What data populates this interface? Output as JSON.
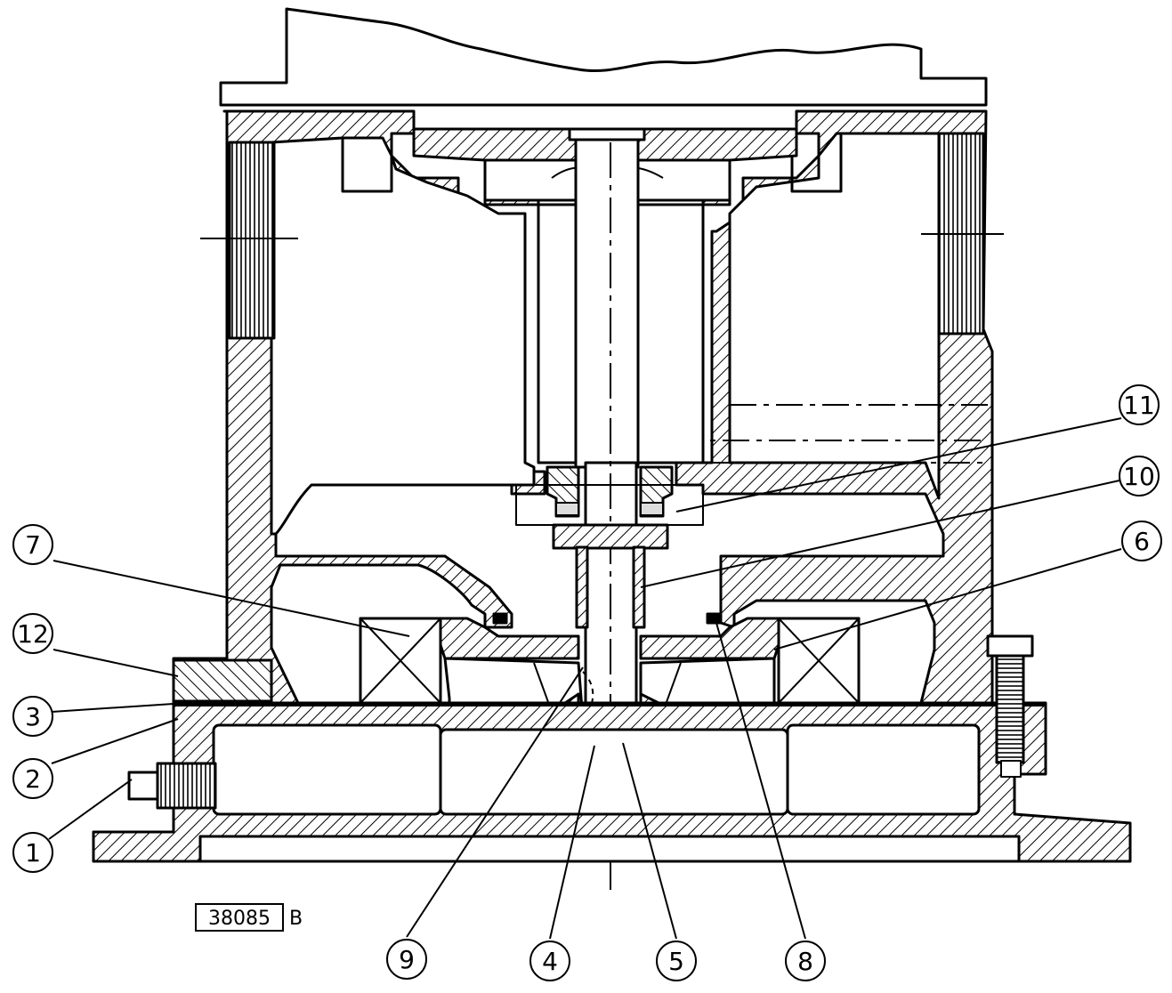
{
  "drawing": {
    "reference_number": "38085",
    "reference_suffix": "B"
  },
  "callouts": [
    {
      "id": "1",
      "label": "1"
    },
    {
      "id": "2",
      "label": "2"
    },
    {
      "id": "3",
      "label": "3"
    },
    {
      "id": "4",
      "label": "4"
    },
    {
      "id": "5",
      "label": "5"
    },
    {
      "id": "6",
      "label": "6"
    },
    {
      "id": "7",
      "label": "7"
    },
    {
      "id": "8",
      "label": "8"
    },
    {
      "id": "9",
      "label": "9"
    },
    {
      "id": "10",
      "label": "10"
    },
    {
      "id": "11",
      "label": "11"
    },
    {
      "id": "12",
      "label": "12"
    }
  ],
  "colors": {
    "line": "#000000",
    "background": "#ffffff"
  }
}
